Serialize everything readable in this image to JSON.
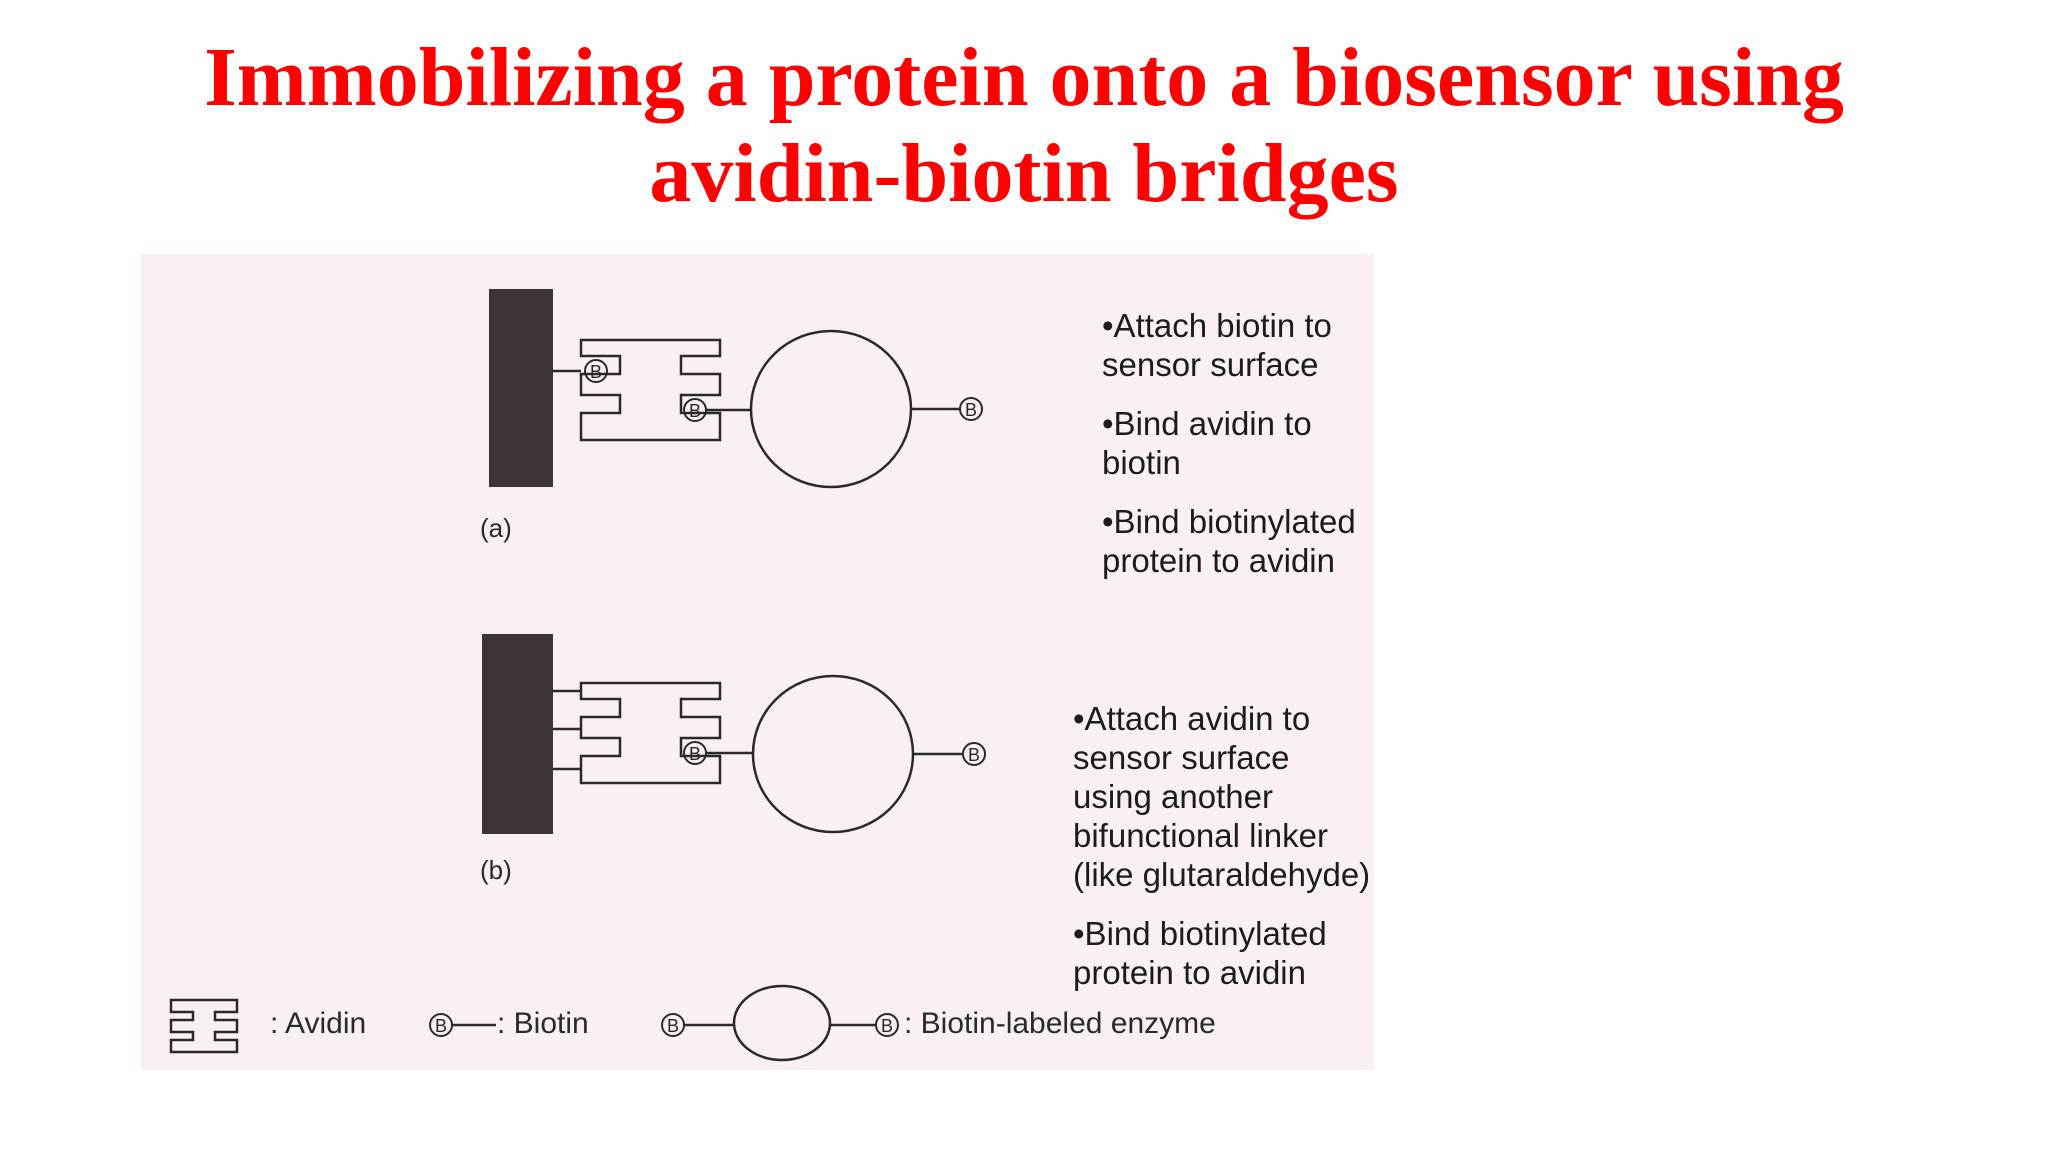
{
  "title": {
    "line1": "Immobilizing a protein onto a biosensor using",
    "line2": "avidin-biotin bridges"
  },
  "panel_a": {
    "label": "(a)",
    "biotin_mark": "B",
    "bullets": [
      "•Attach biotin to sensor surface",
      "•Bind avidin to biotin",
      "•Bind biotinylated protein to avidin"
    ]
  },
  "panel_b": {
    "label": "(b)",
    "biotin_mark": "B",
    "bullets": [
      "•Attach avidin to sensor surface using another bifunctional linker (like glutaraldehyde)",
      "•Bind biotinylated protein to avidin"
    ]
  },
  "legend": {
    "avidin_label": ": Avidin",
    "biotin_label": ": Biotin",
    "enzyme_label": ": Biotin-labeled enzyme",
    "biotin_mark": "B"
  },
  "colors": {
    "title": "#ff0000",
    "panel_bg": "#f8f1ef",
    "sensor_surface": "#3d3532",
    "line": "#2a2a2a"
  }
}
